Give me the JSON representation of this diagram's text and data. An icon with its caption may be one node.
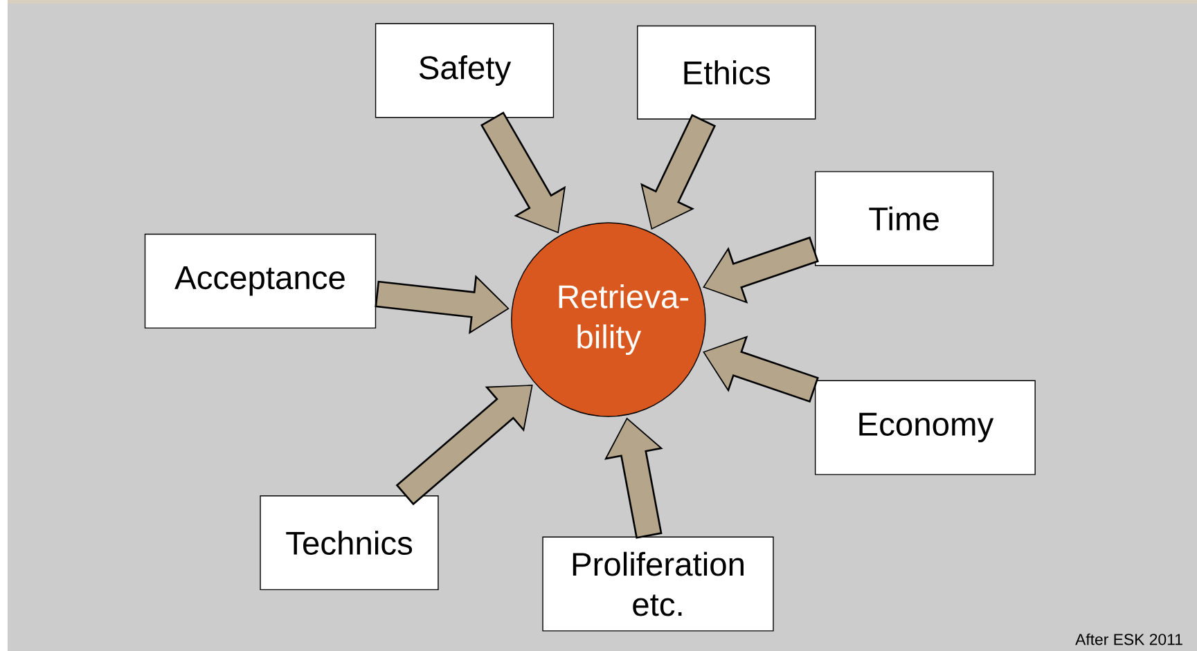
{
  "diagram": {
    "nodes": [
      {
        "text": [
          "Safety"
        ]
      },
      {
        "text": [
          "Ethics"
        ]
      },
      {
        "text": [
          "Time"
        ]
      },
      {
        "text": [
          "Acceptance"
        ]
      },
      {
        "text": [
          "Retrieva- bility"
        ]
      },
      {
        "text": [
          "Economy"
        ]
      },
      {
        "text": [
          "Technics"
        ]
      },
      {
        "text": [
          "Proliferation etc."
        ]
      }
    ],
    "edges": [
      {
        "from": 0,
        "to": 4,
        "arrow": "to"
      },
      {
        "from": 1,
        "to": 4,
        "arrow": "to"
      },
      {
        "from": 2,
        "to": 4,
        "arrow": "to"
      },
      {
        "from": 3,
        "to": 4,
        "arrow": "to"
      },
      {
        "from": 5,
        "to": 4,
        "arrow": "to"
      },
      {
        "from": 6,
        "to": 4,
        "arrow": "to"
      },
      {
        "from": 7,
        "to": 4,
        "arrow": "to"
      }
    ],
    "labels": [
      "After ESK 2011"
    ]
  }
}
